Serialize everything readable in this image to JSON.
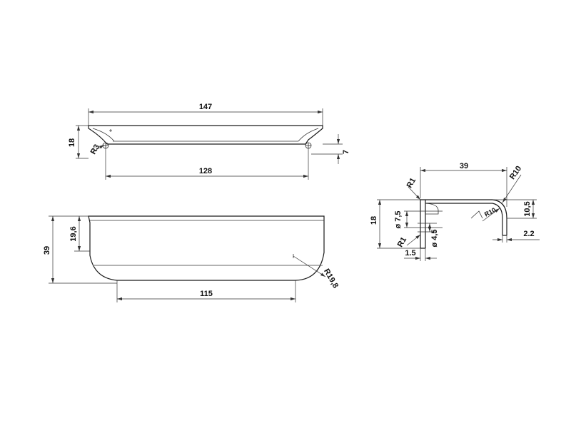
{
  "top_view": {
    "overall_length": "147",
    "height": "18",
    "radius": "R3",
    "hole_spacing": "128",
    "hole_offset": "7"
  },
  "front_view": {
    "height": "39",
    "upper_height": "19,6",
    "radius": "R19,8",
    "base_length": "115"
  },
  "side_view": {
    "depth": "39",
    "outer_radius": "R10",
    "inner_radius": "R10",
    "lip_radius": "R1",
    "root_radius": "R1",
    "hole_large": "ø 7,5",
    "hole_small": "ø 4,5",
    "thickness": "1.5",
    "height": "18",
    "drop": "10,5",
    "lip_gap": "2.2"
  }
}
